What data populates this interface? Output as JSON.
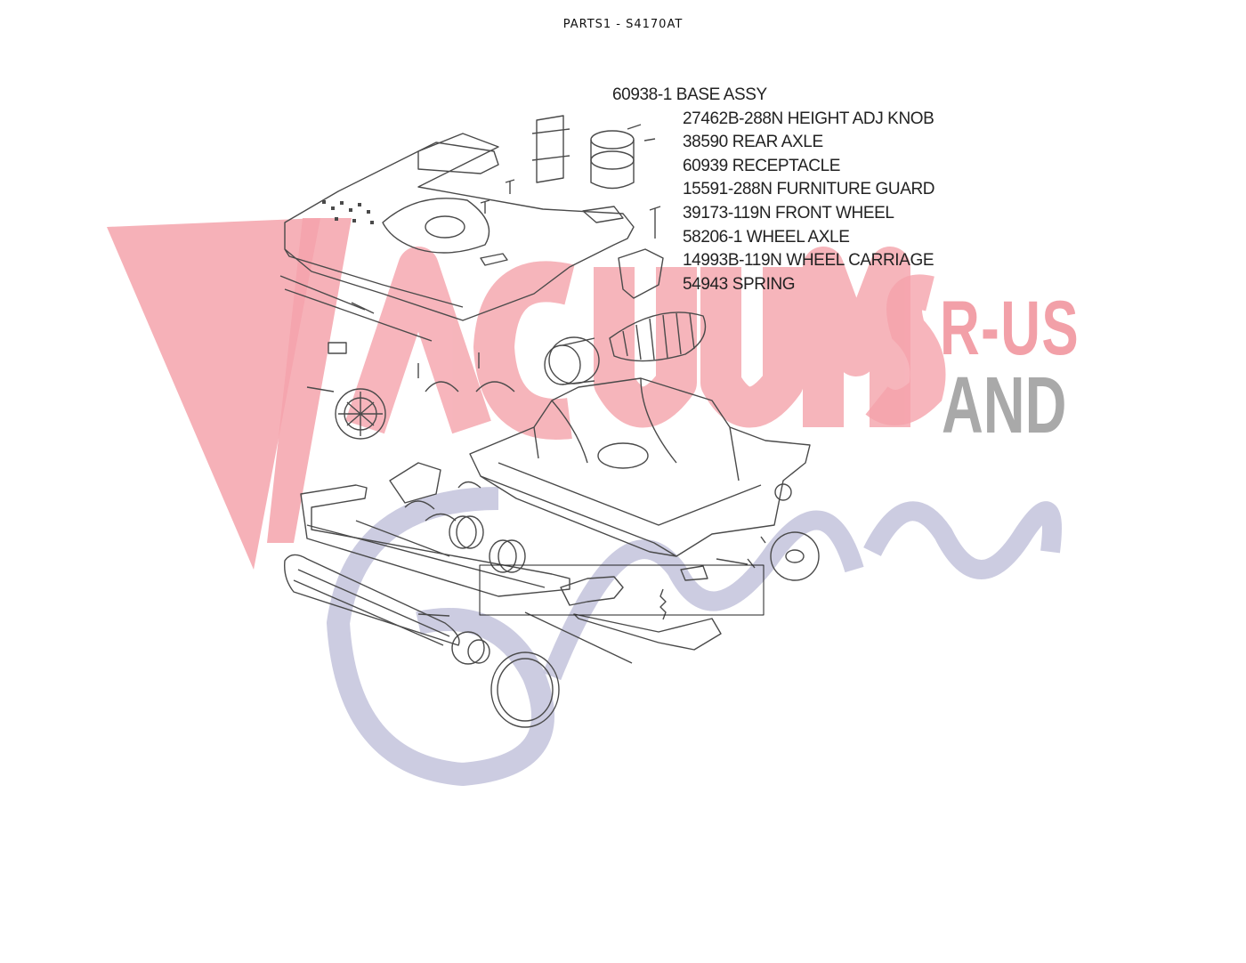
{
  "page": {
    "title": "PARTS1  - S4170AT"
  },
  "parts": [
    {
      "text": "60938-1 BASE ASSY",
      "level": 0
    },
    {
      "text": "27462B-288N HEIGHT ADJ KNOB",
      "level": 1
    },
    {
      "text": "38590 REAR AXLE",
      "level": 1
    },
    {
      "text": "60939 RECEPTACLE",
      "level": 1
    },
    {
      "text": "15591-288N FURNITURE GUARD",
      "level": 1
    },
    {
      "text": "39173-119N FRONT WHEEL",
      "level": 1
    },
    {
      "text": "58206-1 WHEEL AXLE",
      "level": 1
    },
    {
      "text": "14993B-119N WHEEL CARRIAGE",
      "level": 1
    },
    {
      "text": "54943 SPRING",
      "level": 1
    }
  ],
  "watermark": {
    "main": "VACUUMS",
    "suffix": "R-US",
    "and": "AND",
    "script": "Sewing too",
    "colors": {
      "red": "#f5a3ab",
      "gray": "#a9a9a9",
      "script": "#c6c6de"
    }
  },
  "colors": {
    "line": "#4a4a4a",
    "text": "#222222"
  }
}
